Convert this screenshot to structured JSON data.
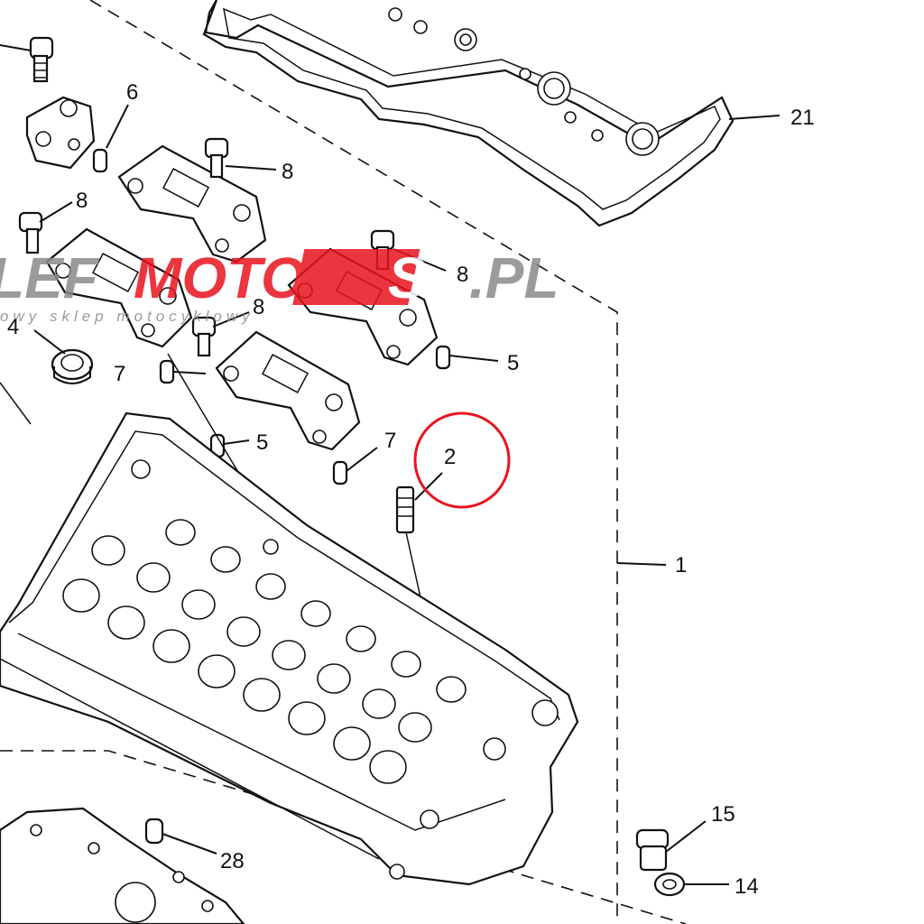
{
  "diagram": {
    "callouts": {
      "c1": "1",
      "c2": "2",
      "c4": "4",
      "c5a": "5",
      "c5b": "5",
      "c6": "6",
      "c7a": "7",
      "c7b": "7",
      "c8a": "8",
      "c8b": "8",
      "c8c": "8",
      "c8d": "8",
      "c14": "14",
      "c15": "15",
      "c21": "21",
      "c28": "28"
    },
    "highlight_color": "#e8141e",
    "line_color": "#111111"
  },
  "watermark": {
    "text_left": "LEF",
    "text_moto": "MOTO",
    "text_box": "S",
    "text_right": ".PL",
    "tagline": "owy sklep motocyklowy",
    "color_gray": "#8a8a8a",
    "color_red": "#e8141e"
  }
}
